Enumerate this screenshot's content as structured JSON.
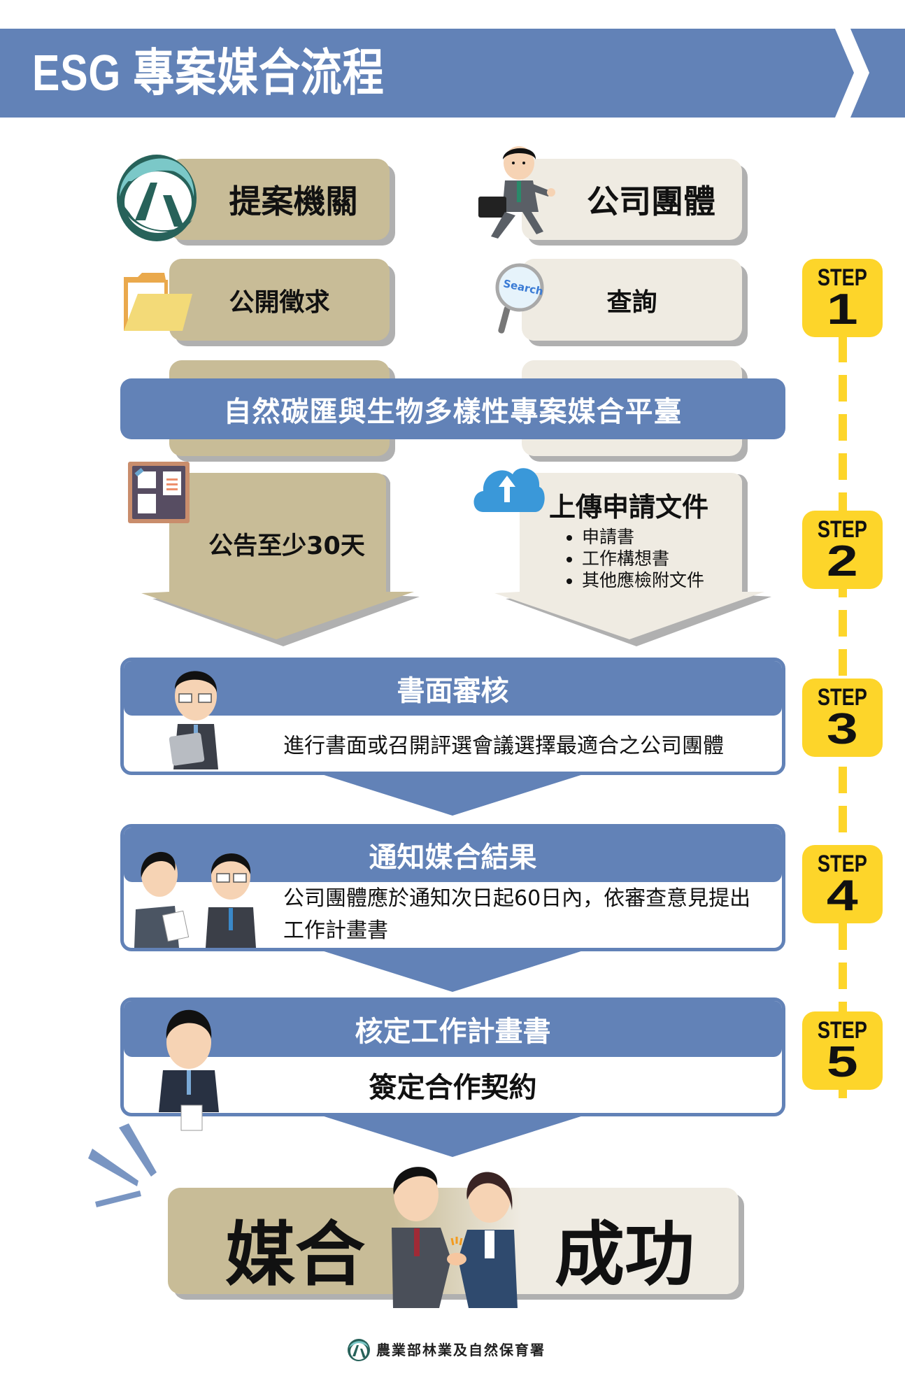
{
  "header": {
    "title": "ESG 專案媒合流程",
    "arrow_icon": "chevron-right-icon"
  },
  "colors": {
    "primary_blue": "#6282b7",
    "tan": "#c8bc97",
    "cream": "#efebe2",
    "step_yellow": "#fdd52a",
    "shadow": "#b0b0b0",
    "logo_teal": "#7bc8c8",
    "logo_green": "#27625a"
  },
  "columns": {
    "left": {
      "heading": "提案機關",
      "heading_icon": "agency-logo-icon",
      "action": "公開徵求",
      "action_icon": "folder-icon",
      "arrow_text": "公告至少30天",
      "arrow_icon": "bulletin-board-icon"
    },
    "right": {
      "heading": "公司團體",
      "heading_icon": "businessman-running-icon",
      "action": "查詢",
      "action_icon": "search-magnifier-icon",
      "search_glyph_text": "Search",
      "arrow_title": "上傳申請文件",
      "arrow_icon": "cloud-upload-icon",
      "documents": [
        "申請書",
        "工作構想書",
        "其他應檢附文件"
      ]
    }
  },
  "platform": {
    "label": "自然碳匯與生物多樣性專案媒合平臺"
  },
  "steps": [
    {
      "label": "STEP",
      "number": "1"
    },
    {
      "label": "STEP",
      "number": "2"
    },
    {
      "label": "STEP",
      "number": "3"
    },
    {
      "label": "STEP",
      "number": "4"
    },
    {
      "label": "STEP",
      "number": "5"
    }
  ],
  "flow": [
    {
      "title": "書面審核",
      "body": "進行書面或召開評選會議選擇最適合之公司團體",
      "icon": "reviewer-with-tablet-icon"
    },
    {
      "title": "通知媒合結果",
      "body": "公司團體應於通知次日起60日內，依審查意見提出工作計畫書",
      "icon": "two-people-discussing-icon"
    },
    {
      "title": "核定工作計畫書",
      "body": "簽定合作契約",
      "icon": "person-signing-contract-icon"
    }
  ],
  "success": {
    "left_text": "媒合",
    "right_text": "成功",
    "icon": "handshake-icon",
    "burst_icon": "emphasis-burst-icon"
  },
  "footer": {
    "org_name": "農業部林業及自然保育署",
    "logo_icon": "agency-logo-icon"
  }
}
